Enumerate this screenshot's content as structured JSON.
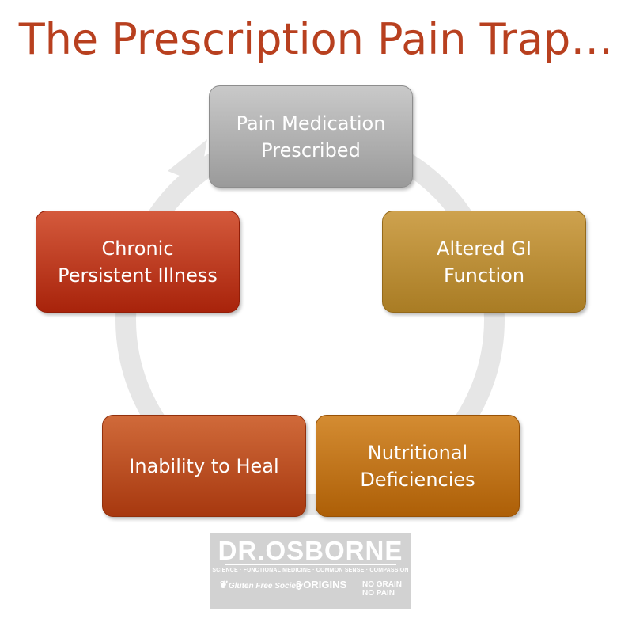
{
  "title": "The Prescription Pain Trap…",
  "cycle": [
    {
      "line1": "Pain Medication",
      "line2": "Prescribed"
    },
    {
      "line1": "Altered GI",
      "line2": "Function"
    },
    {
      "line1": "Nutritional",
      "line2": "Deficiencies"
    },
    {
      "line1": "Inability to Heal",
      "line2": ""
    },
    {
      "line1": "Chronic",
      "line2": "Persistent Illness"
    }
  ],
  "logo": {
    "name": "DR.OSBORNE",
    "tagline": "SCIENCE · FUNCTIONAL MEDICINE · COMMON SENSE · COMPASSION",
    "sub1": "Gluten Free Society",
    "sub2": "ORIGINS",
    "sub3a": "NO GRAIN",
    "sub3b": "NO PAIN"
  },
  "colors": {
    "title": "#b8401f",
    "box_gray": "#b1b1b1",
    "box_gold": "#bc8f3a",
    "box_orange": "#c0741c",
    "box_rust": "#bb5024",
    "box_red": "#be3f24",
    "ring": "#e6e6e6"
  }
}
